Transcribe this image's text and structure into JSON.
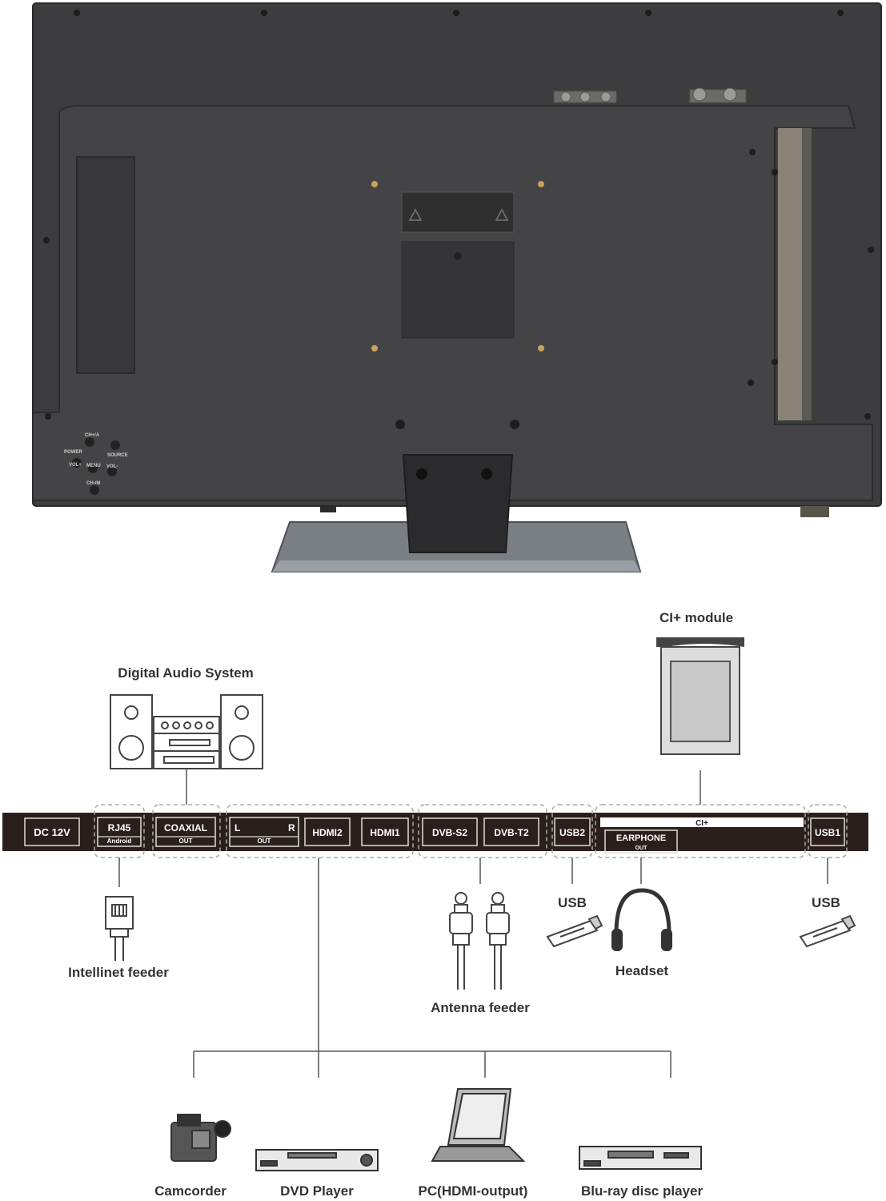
{
  "tv_buttons": {
    "power": "POWER",
    "ch_up": "CH+/A",
    "source": "SOURCE",
    "vol_up": "VOL+",
    "menu": "MENU",
    "vol_down": "VOL-",
    "ch_down": "CH-/M"
  },
  "devices": {
    "ci_module": "CI+ module",
    "digital_audio": "Digital Audio System",
    "intellinet": "Intellinet feeder",
    "usb_left": "USB",
    "usb_right": "USB",
    "headset": "Headset",
    "antenna": "Antenna feeder",
    "camcorder": "Camcorder",
    "dvd": "DVD Player",
    "pc": "PC(HDMI-output)",
    "bluray": "Blu-ray disc player"
  },
  "ports": {
    "dc": "DC 12V",
    "rj45": "RJ45",
    "rj45_sub": "Android",
    "coaxial": "COAXIAL",
    "coaxial_sub": "OUT",
    "audio_l": "L",
    "audio_r": "R",
    "audio_sub": "OUT",
    "hdmi2": "HDMI2",
    "hdmi1": "HDMI1",
    "dvbs2": "DVB-S2",
    "dvbt2": "DVB-T2",
    "usb2": "USB2",
    "ci": "CI+",
    "earphone": "EARPHONE",
    "earphone_sub": "OUT",
    "usb1": "USB1"
  },
  "colors": {
    "panel": "#2b1f1c",
    "tv_body": "#3c3c3e",
    "stand": "#6f7478"
  }
}
